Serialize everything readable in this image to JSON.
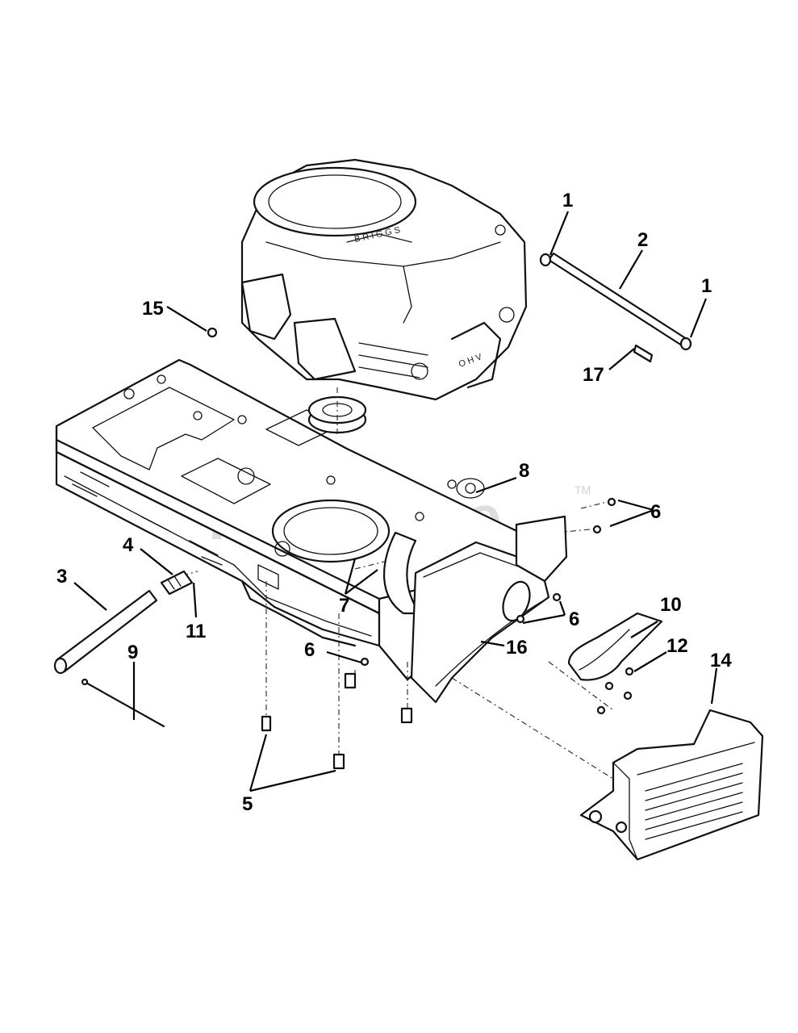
{
  "watermark": {
    "text": "PartsTree",
    "trademark": "TM"
  },
  "engine_brand_text": "BRIGGS",
  "engine_model_text": "OHV",
  "callouts": [
    {
      "id": "c1a",
      "label": "1"
    },
    {
      "id": "c1b",
      "label": "1"
    },
    {
      "id": "c2",
      "label": "2"
    },
    {
      "id": "c3",
      "label": "3"
    },
    {
      "id": "c4",
      "label": "4"
    },
    {
      "id": "c5",
      "label": "5"
    },
    {
      "id": "c6a",
      "label": "6"
    },
    {
      "id": "c6b",
      "label": "6"
    },
    {
      "id": "c6c",
      "label": "6"
    },
    {
      "id": "c7",
      "label": "7"
    },
    {
      "id": "c8",
      "label": "8"
    },
    {
      "id": "c9",
      "label": "9"
    },
    {
      "id": "c10",
      "label": "10"
    },
    {
      "id": "c11",
      "label": "11"
    },
    {
      "id": "c12",
      "label": "12"
    },
    {
      "id": "c14",
      "label": "14"
    },
    {
      "id": "c15",
      "label": "15"
    },
    {
      "id": "c16",
      "label": "16"
    },
    {
      "id": "c17",
      "label": "17"
    }
  ]
}
